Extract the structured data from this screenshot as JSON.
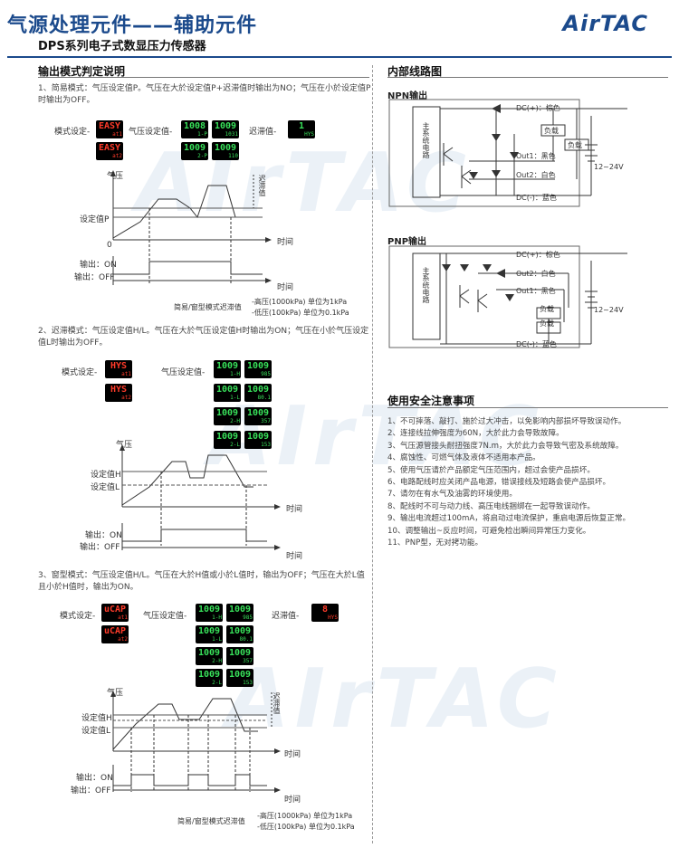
{
  "header": {
    "title": "气源处理元件——辅助元件",
    "subtitle": "DPS系列电子式数显压力传感器",
    "logo": "AirTAC"
  },
  "left": {
    "heading": "输出模式判定说明",
    "mode1": {
      "desc": "1、简易模式：气压设定值P。气压在大於设定值P+迟滞值时输出为NO；气压在小於设定值P时输出为OFF。",
      "mode_label": "模式设定-",
      "pressure_label": "气压设定值-",
      "hys_label": "迟滞值-",
      "lcd_mode": [
        {
          "t": "EASY",
          "b": "at1"
        },
        {
          "t": "EASY",
          "b": "at2"
        }
      ],
      "lcd_pressure": [
        {
          "t": "1008",
          "b": "1-P"
        },
        {
          "t": "1009",
          "b": "1031"
        },
        {
          "t": "1009",
          "b": "2-P"
        },
        {
          "t": "1009",
          "b": "110"
        }
      ],
      "lcd_hys": {
        "t": "1",
        "b": "HYS"
      },
      "y_axis": "气压",
      "hys_axis": "迟滞值",
      "set_p": "设定值P",
      "origin": "0",
      "time": "时间",
      "out_on": "输出：ON",
      "out_off": "输出：OFF",
      "note_left": "简易/窗型模式迟滞值",
      "note_high": "-高压(1000kPa) 单位为1kPa",
      "note_low": "-低压(100kPa) 单位为0.1kPa"
    },
    "mode2": {
      "desc": "2、迟滞模式：气压设定值H/L。气压在大於气压设定值H时输出为ON；气压在小於气压设定值L时输出为OFF。",
      "mode_label": "模式设定-",
      "pressure_label": "气压设定值-",
      "lcd_mode": [
        {
          "t": "HYS",
          "b": "at1"
        },
        {
          "t": "HYS",
          "b": "at2"
        }
      ],
      "lcd_pressure": [
        {
          "t": "1009",
          "b": "1-H"
        },
        {
          "t": "1009",
          "b": "985"
        },
        {
          "t": "1009",
          "b": "1-L"
        },
        {
          "t": "1009",
          "b": "80.1"
        },
        {
          "t": "1009",
          "b": "2-H"
        },
        {
          "t": "1009",
          "b": "357"
        },
        {
          "t": "1009",
          "b": "2-L"
        },
        {
          "t": "1009",
          "b": "153"
        }
      ],
      "y_axis": "气压",
      "set_h": "设定值H",
      "set_l": "设定值L",
      "time": "时间",
      "out_on": "输出：ON",
      "out_off": "输出：OFF"
    },
    "mode3": {
      "desc": "3、窗型模式：气压设定值H/L。气压在大於H值或小於L值时，输出为OFF；气压在大於L值且小於H值时，输出为ON。",
      "mode_label": "模式设定-",
      "pressure_label": "气压设定值-",
      "hys_label": "迟滞值-",
      "lcd_mode": [
        {
          "t": "uCAP",
          "b": "at1"
        },
        {
          "t": "uCAP",
          "b": "at2"
        }
      ],
      "lcd_pressure": [
        {
          "t": "1009",
          "b": "1-H"
        },
        {
          "t": "1009",
          "b": "985"
        },
        {
          "t": "1009",
          "b": "1-L"
        },
        {
          "t": "1009",
          "b": "80.1"
        },
        {
          "t": "1009",
          "b": "2-H"
        },
        {
          "t": "1009",
          "b": "357"
        },
        {
          "t": "1009",
          "b": "2-L"
        },
        {
          "t": "1009",
          "b": "153"
        }
      ],
      "lcd_hys": {
        "t": "8",
        "b": "HYS"
      },
      "y_axis": "气压",
      "hys_axis": "迟滞值",
      "set_h": "设定值H",
      "set_l": "设定值L",
      "time": "时间",
      "out_on": "输出：ON",
      "out_off": "输出：OFF",
      "note_left": "简易/窗型模式迟滞值",
      "note_high": "-高压(1000kPa) 单位为1kPa",
      "note_low": "-低压(100kPa) 单位为0.1kPa"
    }
  },
  "right": {
    "circuit_heading": "内部线路图",
    "npn": {
      "tag": "NPN输出",
      "main": "主系统电路",
      "dc_pos": "DC(+)：棕色",
      "load1": "负载",
      "load2": "负载",
      "out1": "Out1：黑色",
      "out2": "Out2：白色",
      "dc_neg": "DC(-)：蓝色",
      "volt": "12~24V"
    },
    "pnp": {
      "tag": "PNP输出",
      "main": "主系统电路",
      "dc_pos": "DC(+)：棕色",
      "out2": "Out2：白色",
      "out1": "Out1：黑色",
      "load1": "负载",
      "load2": "负载",
      "dc_neg": "DC(-)：蓝色",
      "volt": "12~24V"
    },
    "safety_heading": "使用安全注意事项",
    "safety": [
      "1、不可摔落、敲打、施於过大冲击，以免影响内部损坏导致误动作。",
      "2、连接线拉伸强度为60N，大於此力会导致故障。",
      "3、气压源管接头耐扭强度7N.m，大於此力会导致气密及系统故障。",
      "4、腐蚀性、可燃气体及液体不适用本产品。",
      "5、使用气压请於产品额定气压范围内，超过会使产品损坏。",
      "6、电路配线时应关闭产品电源，错误接线及短路会使产品损坏。",
      "7、请勿在有水气及油雾的环境使用。",
      "8、配线时不可与动力线、高压电线捆绑在一起导致误动作。",
      "9、输出电流超过100mA，将启动过电流保护，重启电源后恢复正常。",
      "10、调整输出~反应时间，可避免检出瞬间异常压力变化。",
      "11、PNP型，无对拷功能。"
    ]
  },
  "colors": {
    "brand": "#1b4a8c",
    "lcd_red": "#ff3b2a",
    "lcd_green": "#38e05a"
  }
}
